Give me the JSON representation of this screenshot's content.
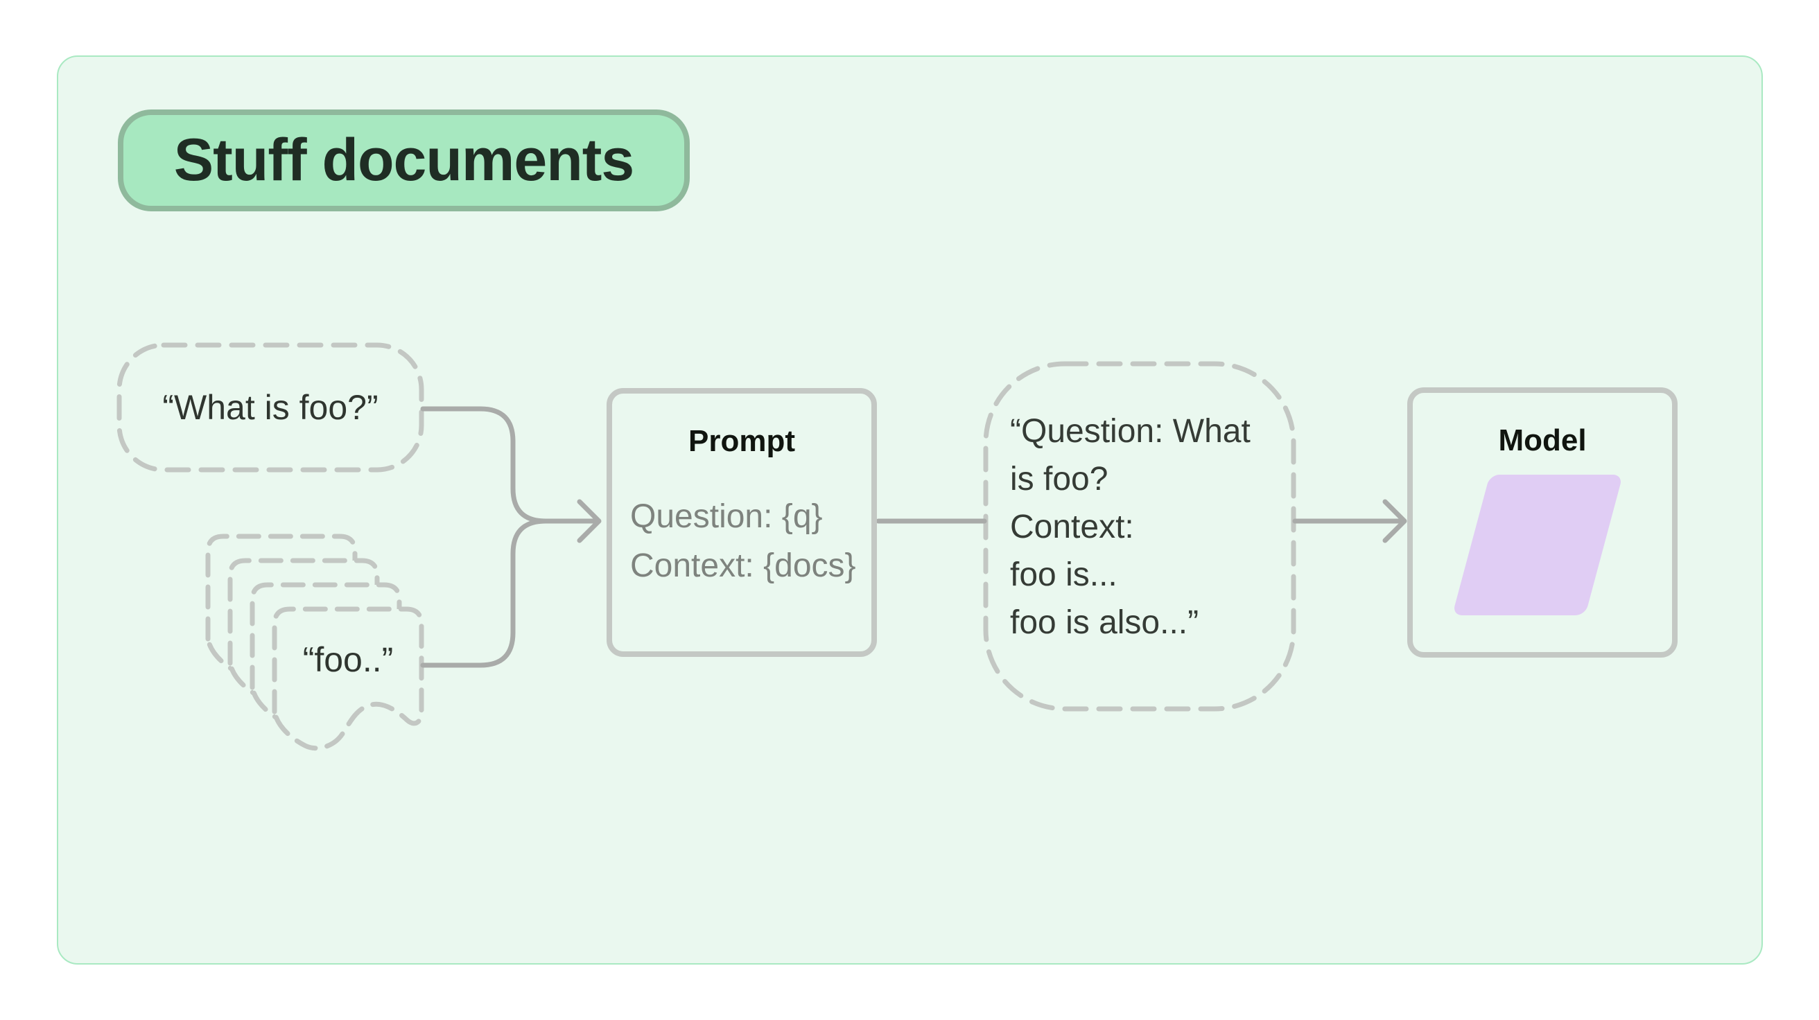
{
  "diagram": {
    "badge": {
      "label": "Stuff documents"
    },
    "question_node": {
      "label": "“What is foo?”"
    },
    "docs_node": {
      "label": "“foo..”",
      "stack_count": 4
    },
    "prompt_node": {
      "title": "Prompt",
      "lines": [
        "Question: {q}",
        "Context: {docs}"
      ]
    },
    "stuffed_prompt_node": {
      "lines": [
        "“Question: What",
        "is foo?",
        "Context:",
        "foo is...",
        "foo is also...”"
      ]
    },
    "model_node": {
      "title": "Model"
    },
    "colors": {
      "panel_background": "#eaf8ef",
      "panel_border": "#a9e9c2",
      "badge_background": "#a7e8c0",
      "badge_border": "#8fb99c",
      "dashed_outline": "#c3c7c3",
      "connector": "#a9aba9",
      "node_border": "#c4c8c4",
      "muted_text": "#7e837e",
      "dark_text": "#353b35",
      "model_shape": "#e0cdf4"
    }
  }
}
